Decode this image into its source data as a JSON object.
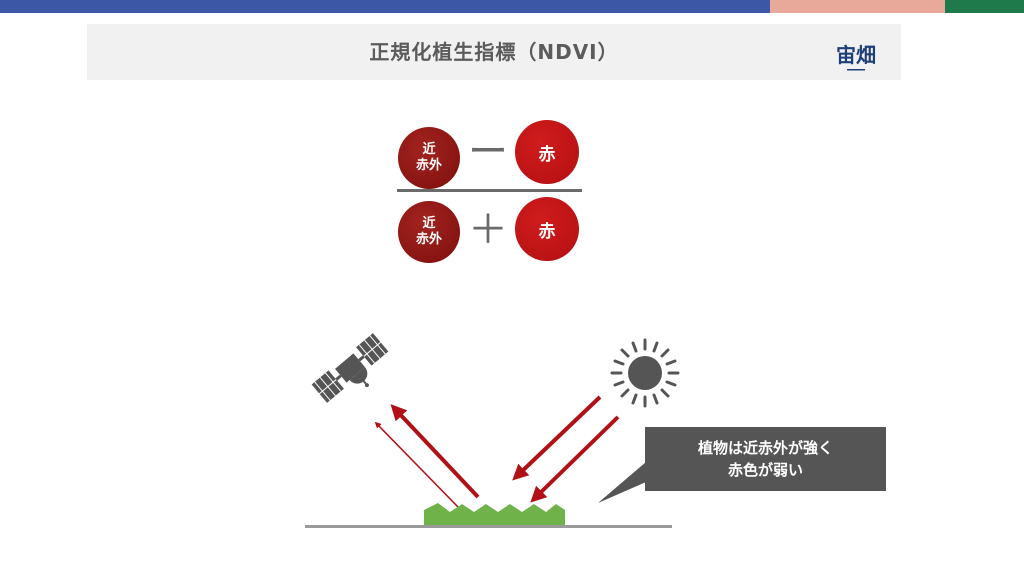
{
  "top_bar": {
    "colors": [
      "#3c57a5",
      "#e8a99b",
      "#1e7a4a"
    ]
  },
  "header": {
    "title": "正規化植生指標（NDVI）",
    "logo_text": "宙畑"
  },
  "formula": {
    "numerator": {
      "left": "近\n赤外",
      "operator": "ー",
      "right": "赤"
    },
    "denominator": {
      "left": "近\n赤外",
      "operator": "＋",
      "right": "赤"
    }
  },
  "diagram": {
    "icons": [
      "satellite-icon",
      "sun-icon"
    ],
    "callout_line1": "植物は近赤外が強く",
    "callout_line2": "赤色が弱い"
  }
}
